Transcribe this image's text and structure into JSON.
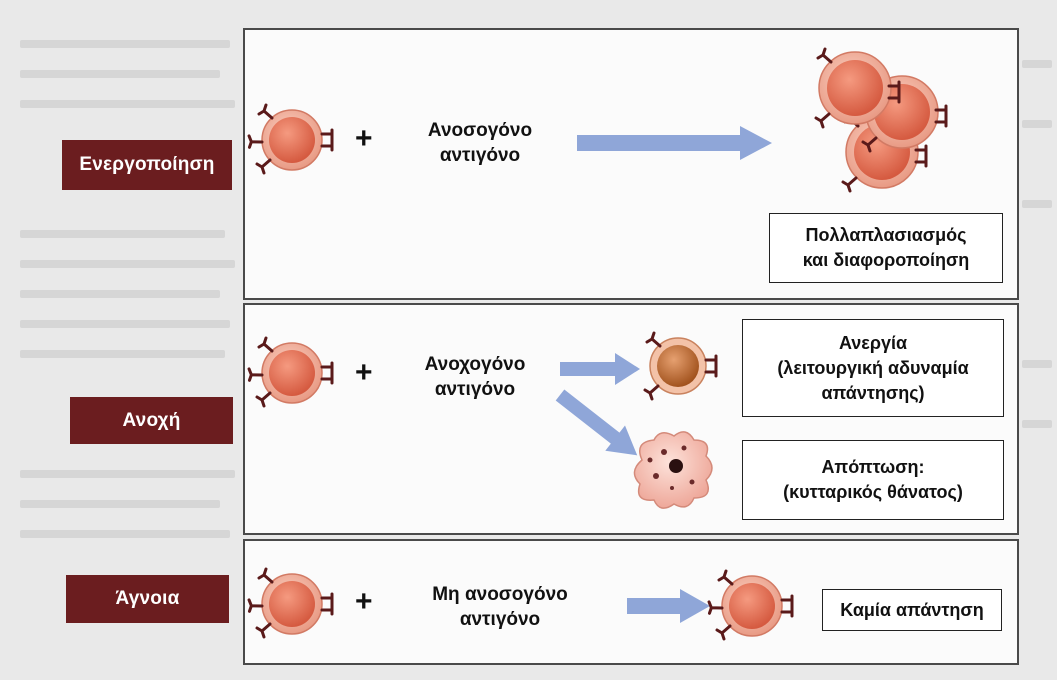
{
  "rows": [
    {
      "label": "Ενεργοποίηση",
      "antigen_line1": "Ανοσογόνο",
      "antigen_line2": "αντιγόνο",
      "outcomes": [
        {
          "line1": "Πολλαπλασιασμός",
          "line2": "και διαφοροποίηση"
        }
      ]
    },
    {
      "label": "Ανοχή",
      "antigen_line1": "Ανοχογόνο",
      "antigen_line2": "αντιγόνο",
      "outcomes": [
        {
          "line1": "Ανεργία",
          "line2": "(λειτουργική αδυναμία",
          "line3": "απάντησης)"
        },
        {
          "line1": "Απόπτωση:",
          "line2": "(κυτταρικός θάνατος)"
        }
      ]
    },
    {
      "label": "Άγνοια",
      "antigen_line1": "Μη ανοσογόνο",
      "antigen_line2": "αντιγόνο",
      "outcomes": [
        {
          "line1": "Καμία απάντηση"
        }
      ]
    }
  ],
  "plus_sign": "+",
  "colors": {
    "label_bg": "#6b1d1f",
    "cell_outer": "#f5b8a4",
    "cell_inner": "#e8765c",
    "arrow": "#8fa6d8",
    "receptor": "#5a1a1a"
  },
  "icons": [
    "t-cell-icon",
    "arrow-icon",
    "apoptotic-cell-icon",
    "anergic-cell-icon"
  ]
}
